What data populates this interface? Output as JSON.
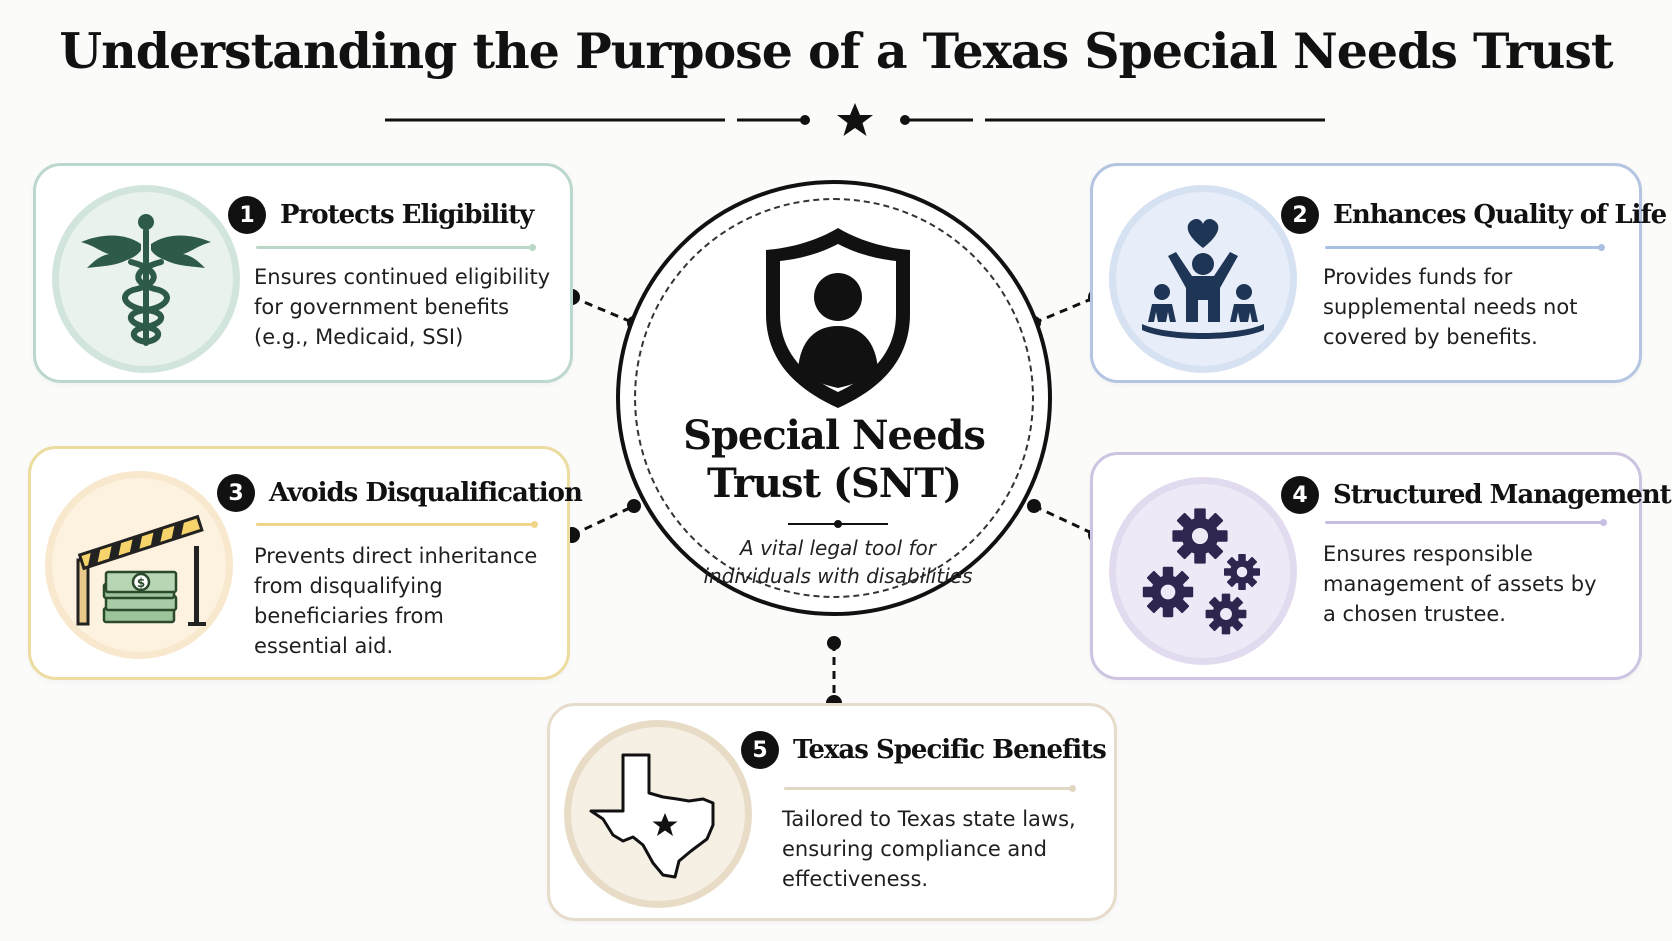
{
  "title": "Understanding the Purpose of a Texas Special Needs Trust",
  "center": {
    "title_line1": "Special Needs",
    "title_line2": "Trust (SNT)",
    "subtitle_line1": "A vital legal tool for",
    "subtitle_line2": "individuals with disabilities",
    "icon": "shield-person-icon"
  },
  "cards": [
    {
      "number": "1",
      "title": "Protects Eligibility",
      "desc": [
        "Ensures continued eligibility",
        "for government benefits",
        "(e.g., Medicaid, SSI)"
      ],
      "icon": "caduceus-icon",
      "color": "#2e5a48"
    },
    {
      "number": "2",
      "title": "Enhances Quality of Life",
      "desc": [
        "Provides funds for",
        "supplemental needs not",
        "covered by benefits."
      ],
      "icon": "family-heart-icon",
      "color": "#1f3556"
    },
    {
      "number": "3",
      "title": "Avoids Disqualification",
      "desc": [
        "Prevents direct inheritance",
        "from disqualifying",
        "beneficiaries from",
        "essential aid."
      ],
      "icon": "barrier-money-icon",
      "color": "#d8a93a"
    },
    {
      "number": "4",
      "title": "Structured Management",
      "desc": [
        "Ensures responsible",
        "management of assets by",
        "a chosen trustee."
      ],
      "icon": "gears-icon",
      "color": "#2f2650"
    },
    {
      "number": "5",
      "title": "Texas Specific Benefits",
      "desc": [
        "Tailored to Texas state laws,",
        "ensuring compliance and",
        "effectiveness."
      ],
      "icon": "texas-map-icon",
      "color": "#111111"
    }
  ]
}
